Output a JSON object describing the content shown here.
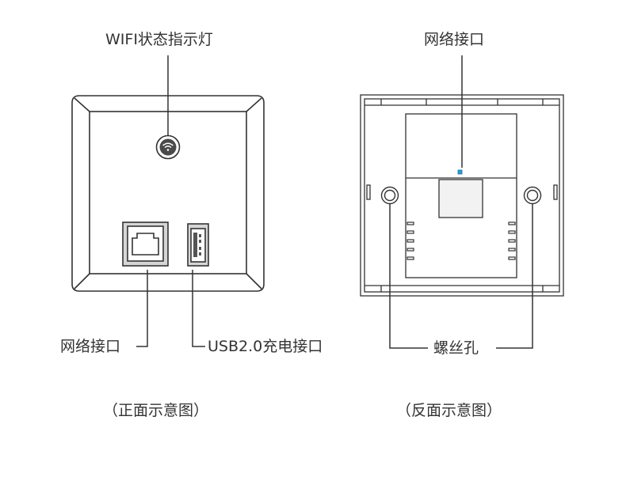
{
  "front": {
    "wifi_led_label": "WIFI状态指示灯",
    "network_port_label": "网络接口",
    "usb_port_label": "USB2.0充电接口",
    "caption": "（正面示意图）"
  },
  "back": {
    "network_port_label": "网络接口",
    "screw_hole_label": "螺丝孔",
    "caption": "（反面示意图）"
  },
  "colors": {
    "outline": "#333333",
    "led_accent": "#2a9fd6"
  }
}
